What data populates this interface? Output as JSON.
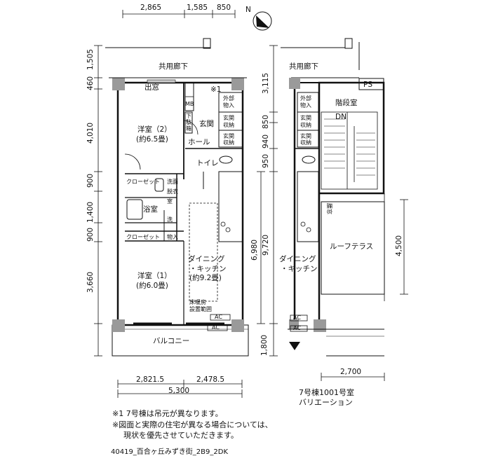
{
  "north_mark": "N",
  "top_dims": [
    "2,865",
    "1,585",
    "850"
  ],
  "left_dims": [
    "1,505",
    "460",
    "4,010",
    "900",
    "1,400",
    "900",
    "3,660",
    "1,800"
  ],
  "mid_dims_a": [
    "3,115",
    "850",
    "940",
    "950"
  ],
  "mid_dims_b": [
    "9,720",
    "6,980"
  ],
  "right_dim": "4,500",
  "bottom_dims": [
    "2,821.5",
    "2,478.5"
  ],
  "total_width": "5,300",
  "right_bottom_dim": "2,700",
  "rooms": {
    "corridor": "共用廊下",
    "entry": "出窓",
    "note_mark": "※1",
    "mb": "MB",
    "ext_storage": [
      "外部",
      "物入"
    ],
    "western2": "洋室（2）",
    "western2_size": "(約6.5畳)",
    "shoe_box": [
      "下",
      "駄",
      "箱"
    ],
    "genkan": "玄関",
    "genkan_storage": [
      "玄関",
      "収納"
    ],
    "hall": "ホール",
    "toilet": "トイレ",
    "closet": [
      "クローゼット"
    ],
    "washroom": [
      "洗面",
      "脱衣",
      "室"
    ],
    "bath": "浴室",
    "wash": "洗",
    "storage": "物入",
    "closet2": "クローゼット",
    "dining": [
      "ダイニング",
      "・キッチン",
      "(約9.2畳)"
    ],
    "western1": "洋室（1）",
    "western1_size": "(約6.0畳)",
    "floor_heating": [
      "床暖房",
      "設置範囲"
    ],
    "ac": "AC",
    "balcony": "バルコニー"
  },
  "variation": {
    "corridor": "共用廊下",
    "ps": "PS",
    "stairs": "階段室",
    "dn": "DN",
    "ext_storage": [
      "外部",
      "物入"
    ],
    "genkan_storage": [
      "玄関",
      "収納"
    ],
    "koshi": "腰窓",
    "roof_terrace": "ルーフテラス",
    "dining": [
      "ダイニング",
      "・キッチン"
    ],
    "ac": "AC",
    "caption_1": "7号棟1001号室",
    "caption_2": "バリエーション"
  },
  "notes": [
    "※1 7号棟は吊元が異なります。",
    "※図面と実際の住宅が異なる場合については、",
    "現状を優先させていただきます。"
  ],
  "footer_code": "40419_百合ヶ丘みずき街_2B9_2DK"
}
